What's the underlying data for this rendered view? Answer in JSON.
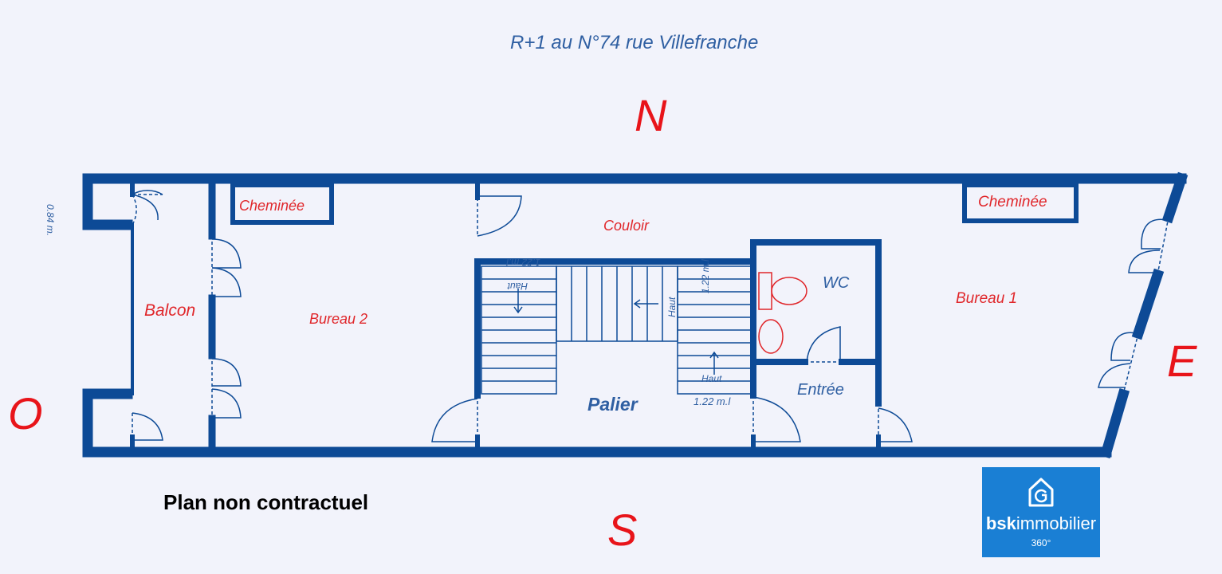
{
  "title": "R+1 au N°74 rue Villefranche",
  "compass": {
    "north": "N",
    "south": "S",
    "east": "E",
    "west": "O"
  },
  "rooms": {
    "balcon": "Balcon",
    "bureau2": "Bureau 2",
    "couloir": "Couloir",
    "palier": "Palier",
    "wc": "WC",
    "entree": "Entrée",
    "bureau1": "Bureau 1",
    "cheminee_left": "Cheminée",
    "cheminee_right": "Cheminée"
  },
  "dimensions": {
    "left_wall": "0.84 m.",
    "stair_bottom": "1.22 m.l",
    "stair_side": "1.22 m.l",
    "stair_top_mirrored": "1.22 m.l"
  },
  "stairs": {
    "haut_up": "Haut",
    "haut_side": "Haut",
    "haut_mirrored": "Haut"
  },
  "footer_note": "Plan non contractuel",
  "logo": {
    "brand_bold": "bsk",
    "brand_rest": "immobilier",
    "sub": "360°"
  },
  "colors": {
    "wall": "#0d4a96",
    "red_label": "#e0262a",
    "compass": "#e8141a",
    "blue_label": "#2f5fa2",
    "logo_bg": "#1a7fd4"
  }
}
